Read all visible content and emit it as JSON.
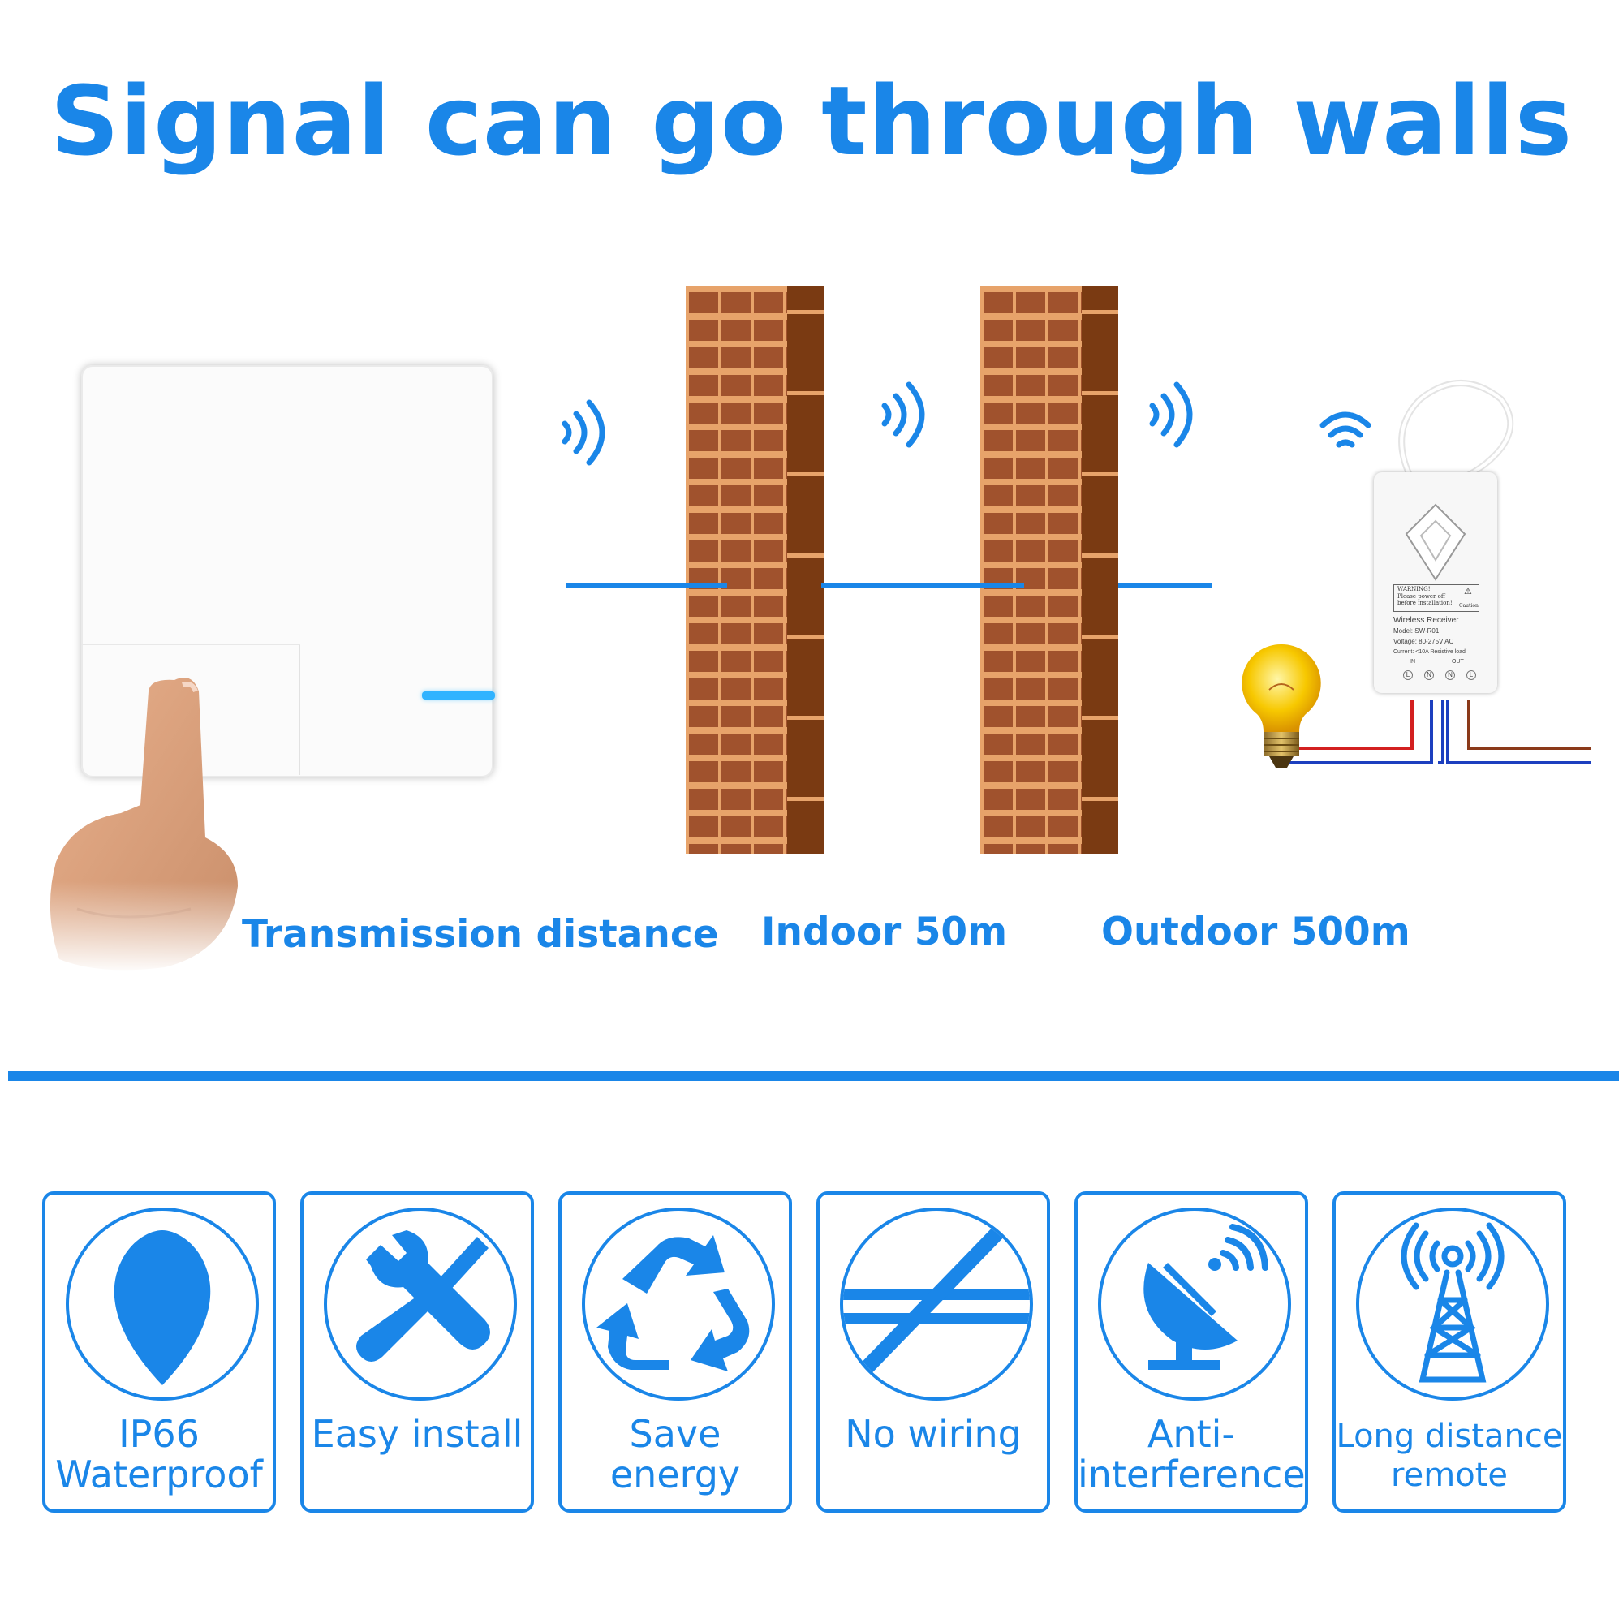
{
  "headline": "Signal can go through walls",
  "captions": {
    "transmission": "Transmission distance",
    "indoor": "Indoor 50m",
    "outdoor": "Outdoor 500m"
  },
  "receiver_label": {
    "warning_title": "WARNING!",
    "warning_text_1": "Please power off",
    "warning_text_2": "before installation!",
    "caution": "Caution",
    "product": "Wireless Receiver",
    "model": "Model: SW-R01",
    "voltage": "Voltage: 80-275V AC",
    "current": "Current: <10A Resistive load",
    "in": "IN",
    "out": "OUT",
    "terminals": [
      "L",
      "N",
      "N",
      "L"
    ]
  },
  "features": [
    {
      "icon": "water-drop-icon",
      "lines": [
        "IP66",
        "Waterproof"
      ]
    },
    {
      "icon": "tools-icon",
      "lines": [
        "Easy install"
      ]
    },
    {
      "icon": "recycle-icon",
      "lines": [
        "Save energy"
      ]
    },
    {
      "icon": "no-wiring-icon",
      "lines": [
        "No wiring"
      ]
    },
    {
      "icon": "satellite-dish-icon",
      "lines": [
        "Anti-",
        "interference"
      ]
    },
    {
      "icon": "signal-tower-icon",
      "lines": [
        "Long distance",
        "remote"
      ]
    }
  ],
  "colors": {
    "accent": "#1a86e8",
    "brick": "#a0522d",
    "mortar": "#e7a36a",
    "led": "#30b3ff"
  }
}
